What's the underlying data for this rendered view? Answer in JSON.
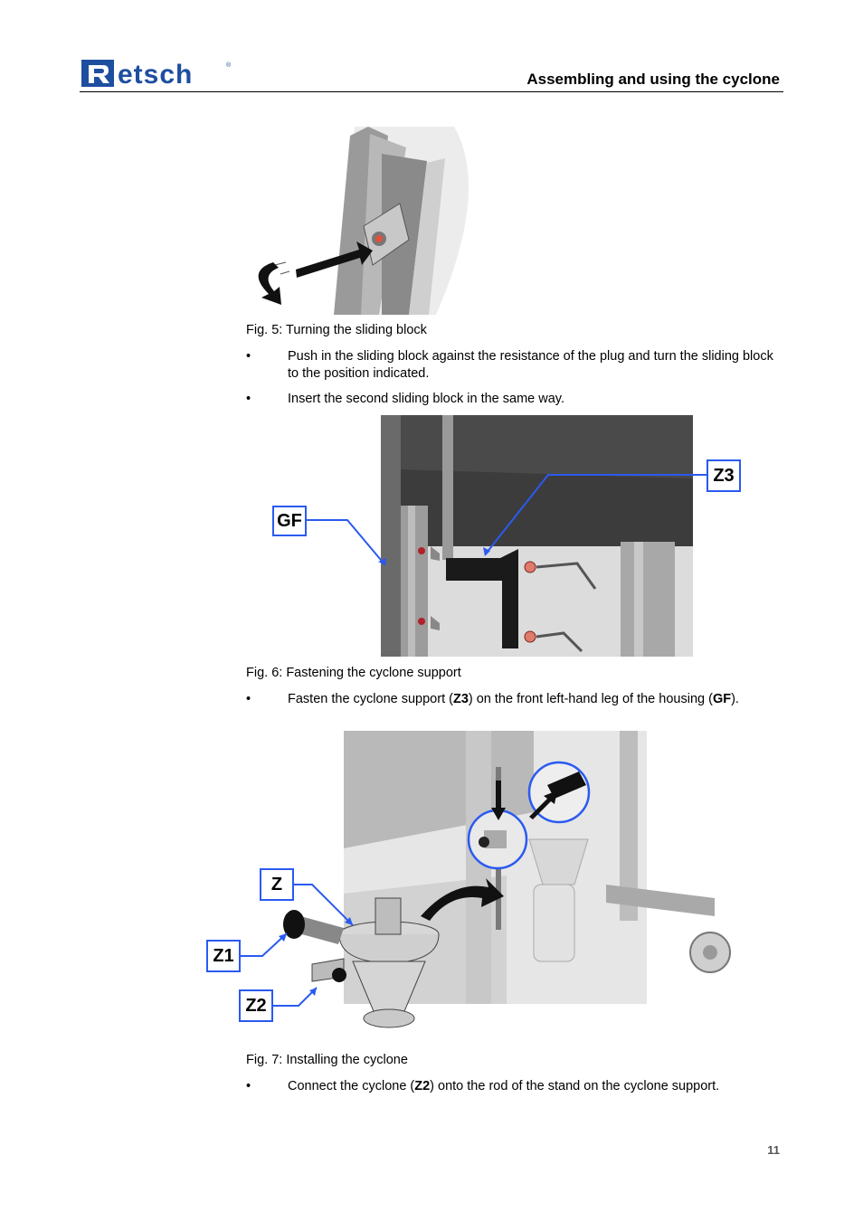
{
  "header": {
    "logo_text": "Retsch",
    "title": "Assembling and using the cyclone"
  },
  "figures": [
    {
      "caption": "Fig. 5: Turning the sliding block"
    },
    {
      "caption": "Fig. 6: Fastening the cyclone support",
      "labels": [
        "GF",
        "Z3"
      ]
    },
    {
      "caption": "Fig. 7: Installing the cyclone",
      "labels": [
        "Z",
        "Z1",
        "Z2"
      ]
    }
  ],
  "steps_fig5": [
    "Push in the sliding block against the resistance of the plug and turn the sliding block to the position indicated.",
    "Insert the second sliding block in the same way."
  ],
  "step_fig6": {
    "pre": "Fasten the cyclone support (",
    "code1": "Z3",
    "mid": ") on the front left-hand leg of the housing (",
    "code2": "GF",
    "post": ")."
  },
  "step_fig7": {
    "pre": "Connect the cyclone (",
    "code": "Z2",
    "post": ") onto the rod of the stand on the cyclone support."
  },
  "bullet_symbol": "•",
  "page_number": "11",
  "colors": {
    "label_blue": "#2a5af0",
    "logo_blue": "#1e4ea0"
  }
}
